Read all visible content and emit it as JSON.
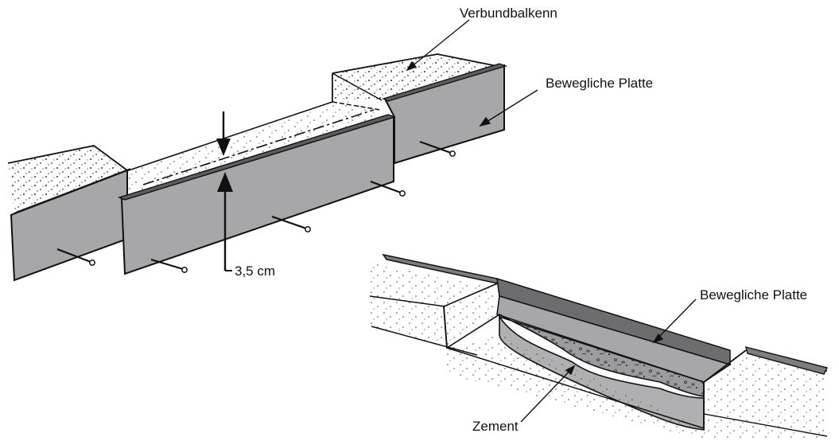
{
  "labels": {
    "composite_beam": "Verbundbalkenn",
    "movable_plate_top": "Bewegliche Platte",
    "height": "3,5 cm",
    "movable_plate_bottom": "Bewegliche Platte",
    "cement": "Zement"
  },
  "colors": {
    "plate_fill": "#a7a7a9",
    "line": "#111111",
    "stipple": "#333333",
    "background": "#ffffff"
  }
}
